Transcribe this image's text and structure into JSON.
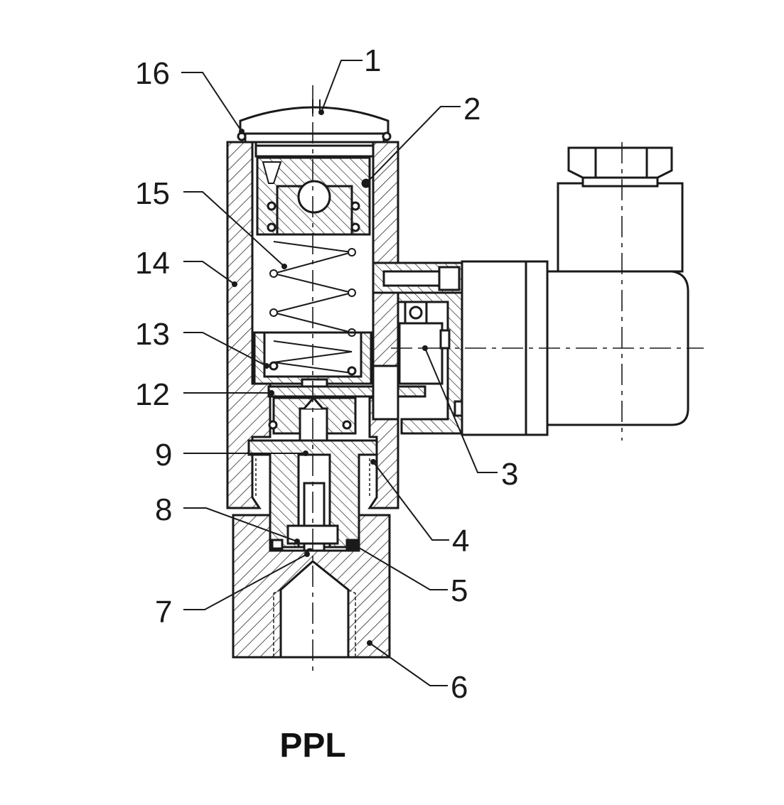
{
  "caption": "PPL",
  "callouts": {
    "c1": "1",
    "c2": "2",
    "c3": "3",
    "c4": "4",
    "c5": "5",
    "c6": "6",
    "c7": "7",
    "c8": "8",
    "c9": "9",
    "c12": "12",
    "c13": "13",
    "c14": "14",
    "c15": "15",
    "c16": "16"
  },
  "colors": {
    "line": "#1a1a1a",
    "hatch": "#2a2a2a",
    "background": "#ffffff"
  }
}
